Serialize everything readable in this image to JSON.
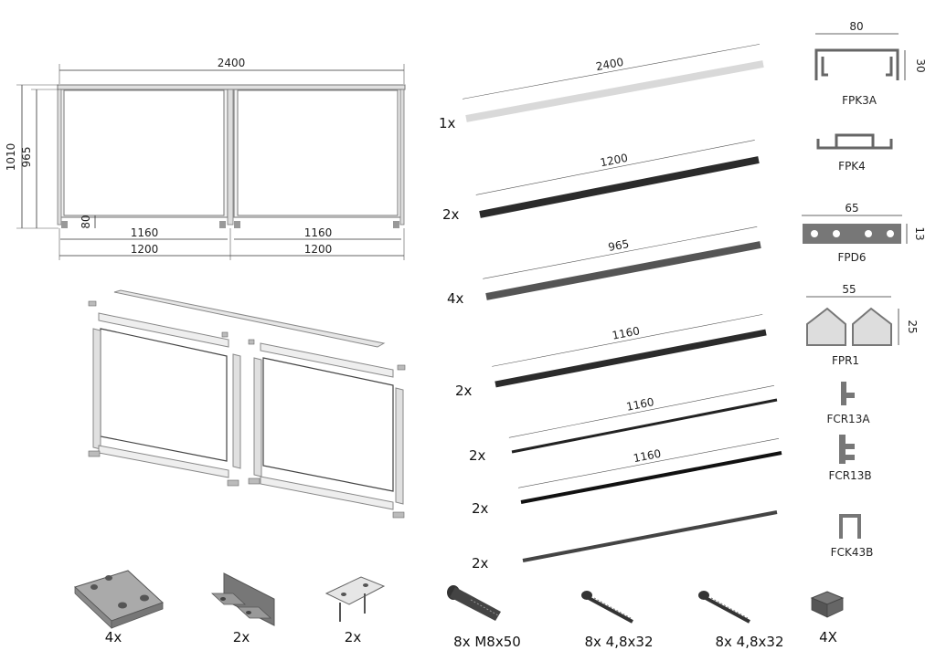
{
  "front_view": {
    "width_total": "2400",
    "height_total": "1010",
    "height_glass": "965",
    "bottom_gap": "80",
    "glass_width_left": "1160",
    "glass_width_right": "1160",
    "panel_width_left": "1200",
    "panel_width_right": "1200"
  },
  "profiles": [
    {
      "qty": "1x",
      "length": "2400",
      "color": "#d9d9d9"
    },
    {
      "qty": "2x",
      "length": "1200",
      "color": "#2b2b2b"
    },
    {
      "qty": "4x",
      "length": "965",
      "color": "#555555"
    },
    {
      "qty": "2x",
      "length": "1160",
      "color": "#2b2b2b"
    },
    {
      "qty": "2x",
      "length": "1160",
      "color": "#222222"
    },
    {
      "qty": "2x",
      "length": "1160",
      "color": "#111111"
    },
    {
      "qty": "2x",
      "length": "",
      "color": "#444444"
    }
  ],
  "sections": [
    {
      "code": "FPK3A",
      "width": "80",
      "height": "30"
    },
    {
      "code": "FPK4",
      "width": "",
      "height": ""
    },
    {
      "code": "FPD6",
      "width": "65",
      "height": "13"
    },
    {
      "code": "FPR1",
      "width": "55",
      "height": "25"
    },
    {
      "code": "FCR13A",
      "width": "",
      "height": ""
    },
    {
      "code": "FCR13B",
      "width": "",
      "height": ""
    },
    {
      "code": "FCK43B",
      "width": "",
      "height": ""
    }
  ],
  "hardware": [
    {
      "qty": "4x",
      "icon": "base-plate-icon"
    },
    {
      "qty": "2x",
      "icon": "angle-bracket-icon"
    },
    {
      "qty": "2x",
      "icon": "connector-plate-icon"
    },
    {
      "qty": "8x  M8x50",
      "icon": "bolt-icon"
    },
    {
      "qty": "8x  4,8x32",
      "icon": "screw-icon"
    },
    {
      "qty": "8x  4,8x32",
      "icon": "screw-icon"
    },
    {
      "qty": "4X",
      "icon": "end-cap-icon"
    }
  ]
}
